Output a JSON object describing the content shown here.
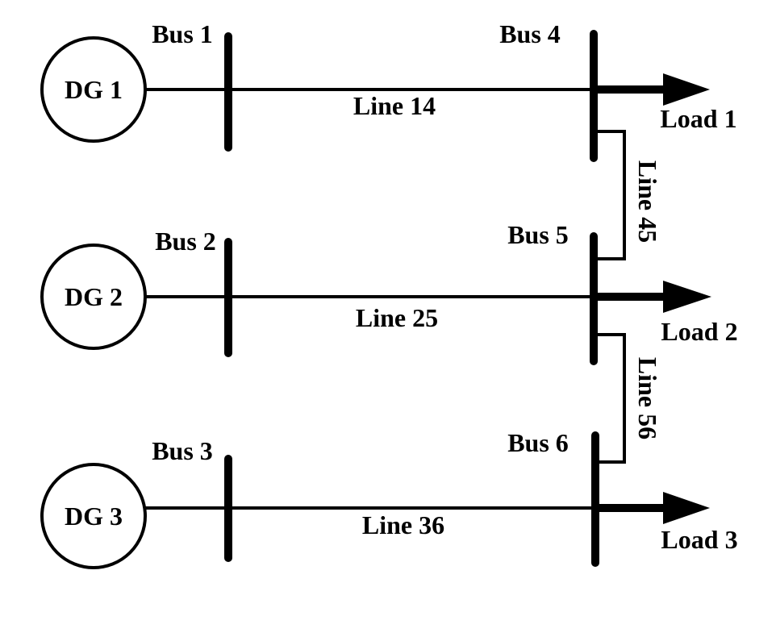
{
  "generators": [
    {
      "id": "dg1",
      "label": "DG 1"
    },
    {
      "id": "dg2",
      "label": "DG 2"
    },
    {
      "id": "dg3",
      "label": "DG 3"
    }
  ],
  "buses": [
    {
      "id": "bus1",
      "label": "Bus 1"
    },
    {
      "id": "bus2",
      "label": "Bus 2"
    },
    {
      "id": "bus3",
      "label": "Bus 3"
    },
    {
      "id": "bus4",
      "label": "Bus 4"
    },
    {
      "id": "bus5",
      "label": "Bus 5"
    },
    {
      "id": "bus6",
      "label": "Bus 6"
    }
  ],
  "lines": [
    {
      "id": "line14",
      "label": "Line 14",
      "from": "Bus 1",
      "to": "Bus 4"
    },
    {
      "id": "line25",
      "label": "Line 25",
      "from": "Bus 2",
      "to": "Bus 5"
    },
    {
      "id": "line36",
      "label": "Line 36",
      "from": "Bus 3",
      "to": "Bus 6"
    },
    {
      "id": "line45",
      "label": "Line 45",
      "from": "Bus 4",
      "to": "Bus 5"
    },
    {
      "id": "line56",
      "label": "Line 56",
      "from": "Bus 5",
      "to": "Bus 6"
    }
  ],
  "loads": [
    {
      "id": "load1",
      "label": "Load 1",
      "bus": "Bus 4"
    },
    {
      "id": "load2",
      "label": "Load 2",
      "bus": "Bus 5"
    },
    {
      "id": "load3",
      "label": "Load 3",
      "bus": "Bus 6"
    }
  ]
}
